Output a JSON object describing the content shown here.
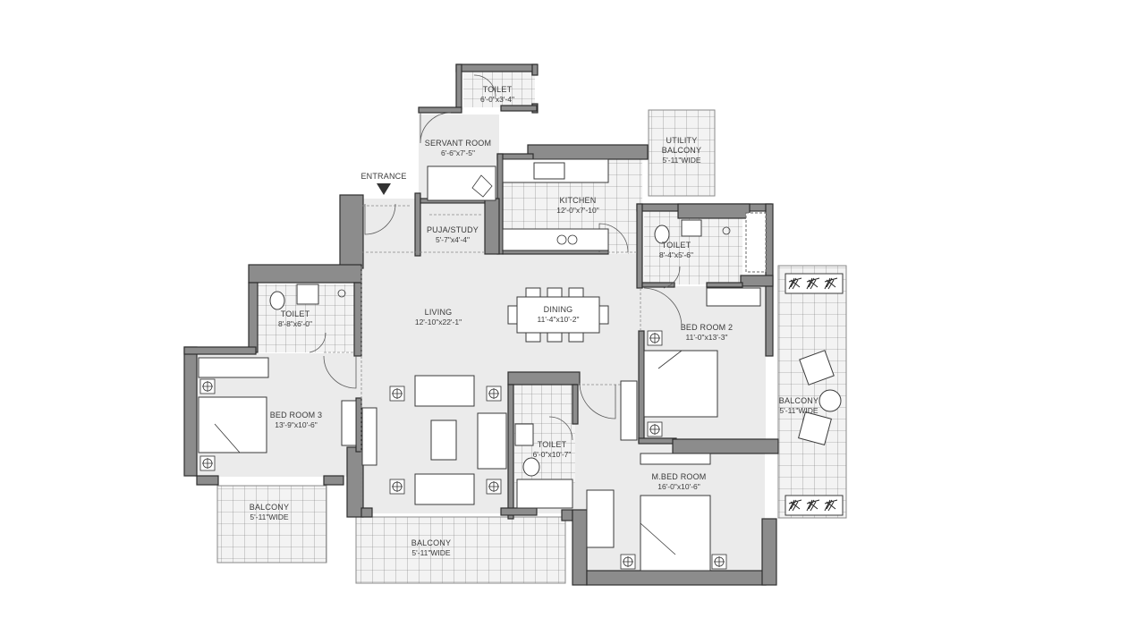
{
  "plan": {
    "entrance_label": "ENTRANCE",
    "rooms": [
      {
        "id": "toilet_servant",
        "name": "TOILET",
        "size": "6'-0\"x3'-4\""
      },
      {
        "id": "servant_room",
        "name": "SERVANT ROOM",
        "size": "6'-6\"x7'-5\""
      },
      {
        "id": "utility_balcony",
        "name": "UTILITY",
        "name2": "BALCONY",
        "size": "5'-11\"WIDE"
      },
      {
        "id": "kitchen",
        "name": "KITCHEN",
        "size": "12'-0\"x7'-10\""
      },
      {
        "id": "puja_study",
        "name": "PUJA/STUDY",
        "size": "5'-7\"x4'-4\""
      },
      {
        "id": "toilet_bed2",
        "name": "TOILET",
        "size": "8'-4\"x5'-6\""
      },
      {
        "id": "toilet_bed3",
        "name": "TOILET",
        "size": "8'-8\"x6'-0\""
      },
      {
        "id": "living",
        "name": "LIVING",
        "size": "12'-10\"x22'-1\""
      },
      {
        "id": "dining",
        "name": "DINING",
        "size": "11'-4\"x10'-2\""
      },
      {
        "id": "bedroom2",
        "name": "BED ROOM 2",
        "size": "11'-0\"x13'-3\""
      },
      {
        "id": "balcony_right",
        "name": "BALCONY",
        "size": "5'-11\"WIDE"
      },
      {
        "id": "bedroom3",
        "name": "BED ROOM 3",
        "size": "13'-9\"x10'-6\""
      },
      {
        "id": "toilet_master",
        "name": "TOILET",
        "size": "6'-0\"x10'-7\""
      },
      {
        "id": "master_bedroom",
        "name": "M.BED ROOM",
        "size": "16'-0\"x10'-6\""
      },
      {
        "id": "balcony_bed3",
        "name": "BALCONY",
        "size": "5'-11\"WIDE"
      },
      {
        "id": "balcony_living",
        "name": "BALCONY",
        "size": "5'-11\"WIDE"
      }
    ]
  }
}
